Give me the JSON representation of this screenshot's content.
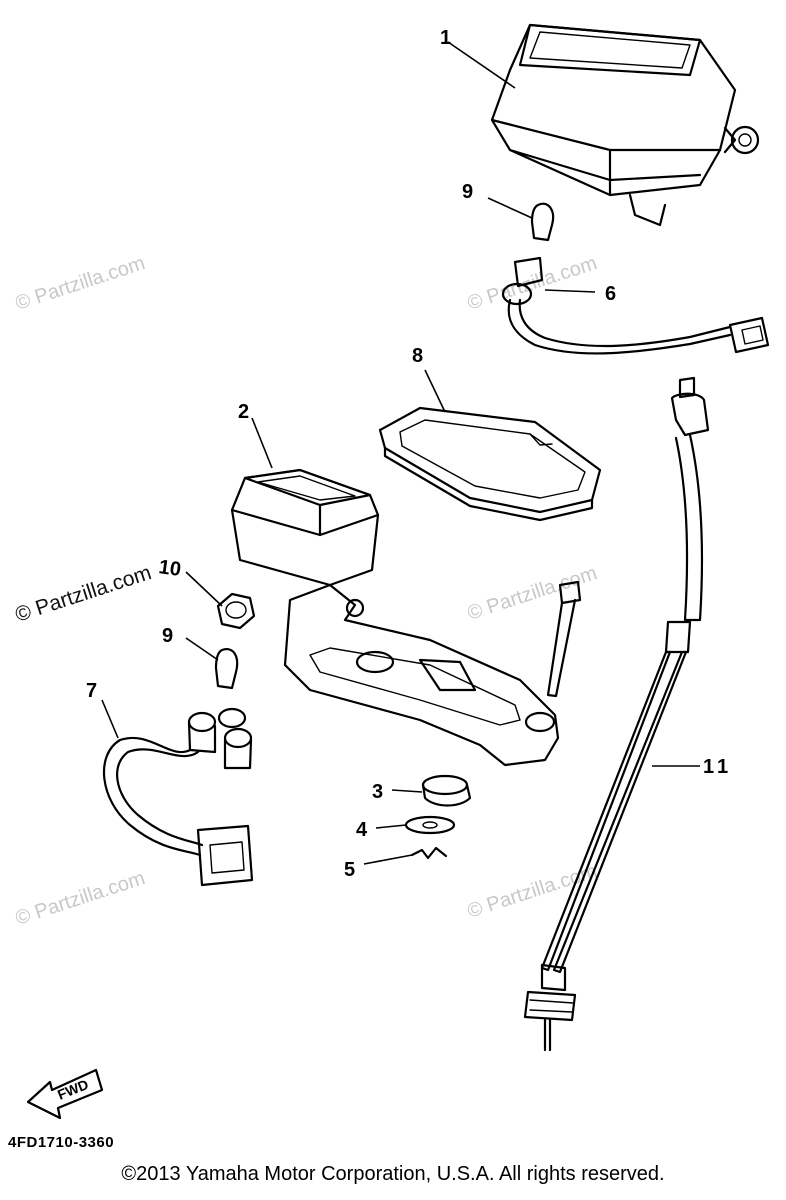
{
  "watermark": "© Partzilla.com",
  "callouts": {
    "c1": "1",
    "c2": "2",
    "c3": "3",
    "c4": "4",
    "c5": "5",
    "c6": "6",
    "c7": "7",
    "c8": "8",
    "c9a": "9",
    "c9b": "9",
    "c10": "10",
    "c11": "11"
  },
  "fwd_label": "FWD",
  "diagram_code": "4FD1710-3360",
  "copyright": "©2013 Yamaha Motor Corporation, U.S.A. All rights reserved."
}
